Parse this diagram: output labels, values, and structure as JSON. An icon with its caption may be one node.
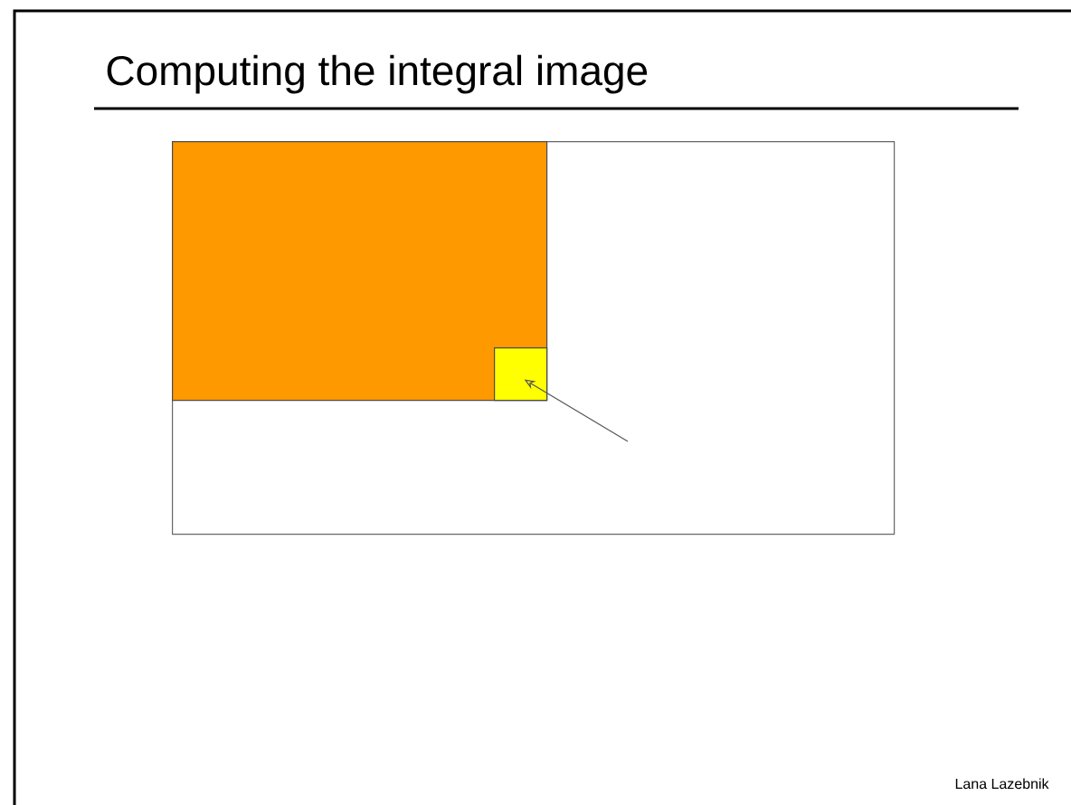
{
  "diagram": {
    "title": "Computing the integral image",
    "nodes": [
      {
        "text": [],
        "shape": "box"
      },
      {
        "text": [],
        "shape": "box",
        "in": 0
      },
      {
        "text": [],
        "shape": "box",
        "in": 1
      }
    ],
    "edges": [
      {
        "from": null,
        "to": 2,
        "arrow": "to"
      }
    ],
    "labels": [
      "Lana Lazebnik"
    ]
  }
}
